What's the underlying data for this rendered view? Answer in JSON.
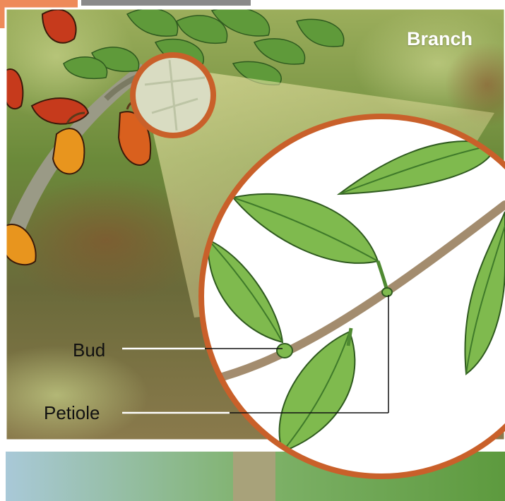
{
  "panel": {
    "title": "Branch"
  },
  "labels": {
    "bud": "Bud",
    "petiole": "Petiole"
  },
  "colors": {
    "circle_border": "#c9602a",
    "leaf_fill": "#7fba4e",
    "leaf_vein": "#3f7a2a",
    "branch": "#a38c6e",
    "pod_red": "#c63a1c",
    "pod_orange": "#e8951e",
    "background_green": "#6f8a3c"
  }
}
